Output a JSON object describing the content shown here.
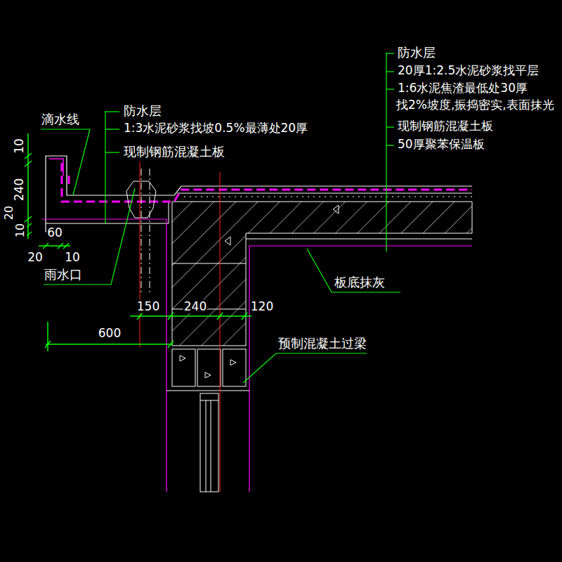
{
  "diagram": {
    "labels": [
      "滴水线",
      "防水层",
      "1:3水泥砂浆找坡0.5%最薄处20厚",
      "现制钢筋混凝土板",
      "防水层",
      "20厚1:2.5水泥砂浆找平层",
      "1:6水泥焦渣最低处30厚",
      "找2%坡度,振捣密实,表面抹光",
      "现制钢筋混凝土板",
      "50厚聚苯保温板",
      "板底抹灰",
      "雨水口",
      "预制混凝土过梁",
      "10",
      "240",
      "20",
      "10",
      "60",
      "20",
      "10",
      "150",
      "240",
      "120",
      "600"
    ]
  }
}
